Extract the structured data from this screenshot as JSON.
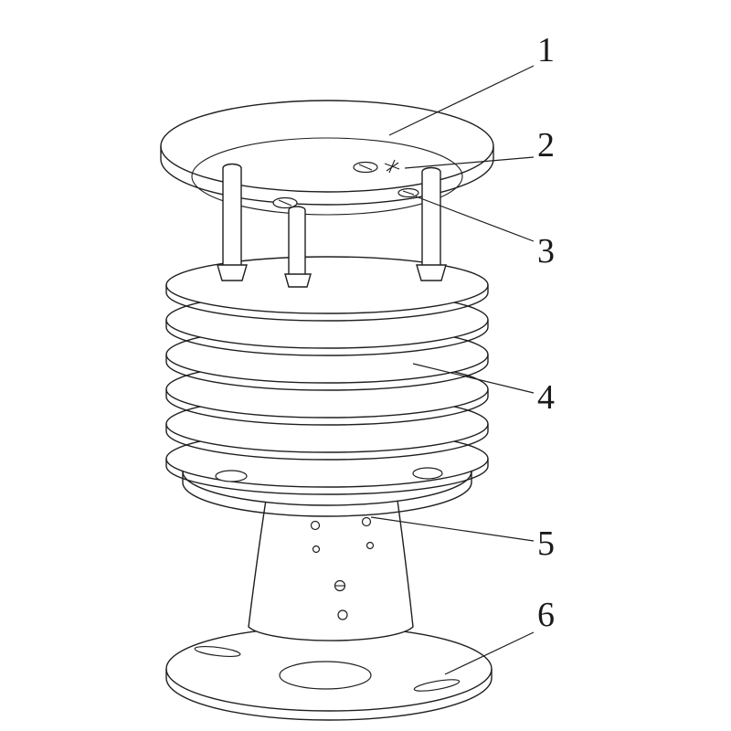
{
  "figure": {
    "callouts": [
      {
        "label": "1"
      },
      {
        "label": "2"
      },
      {
        "label": "3"
      },
      {
        "label": "4"
      },
      {
        "label": "5"
      },
      {
        "label": "6"
      }
    ]
  },
  "colors": {
    "line": "#1f1f1f",
    "background": "#ffffff"
  }
}
